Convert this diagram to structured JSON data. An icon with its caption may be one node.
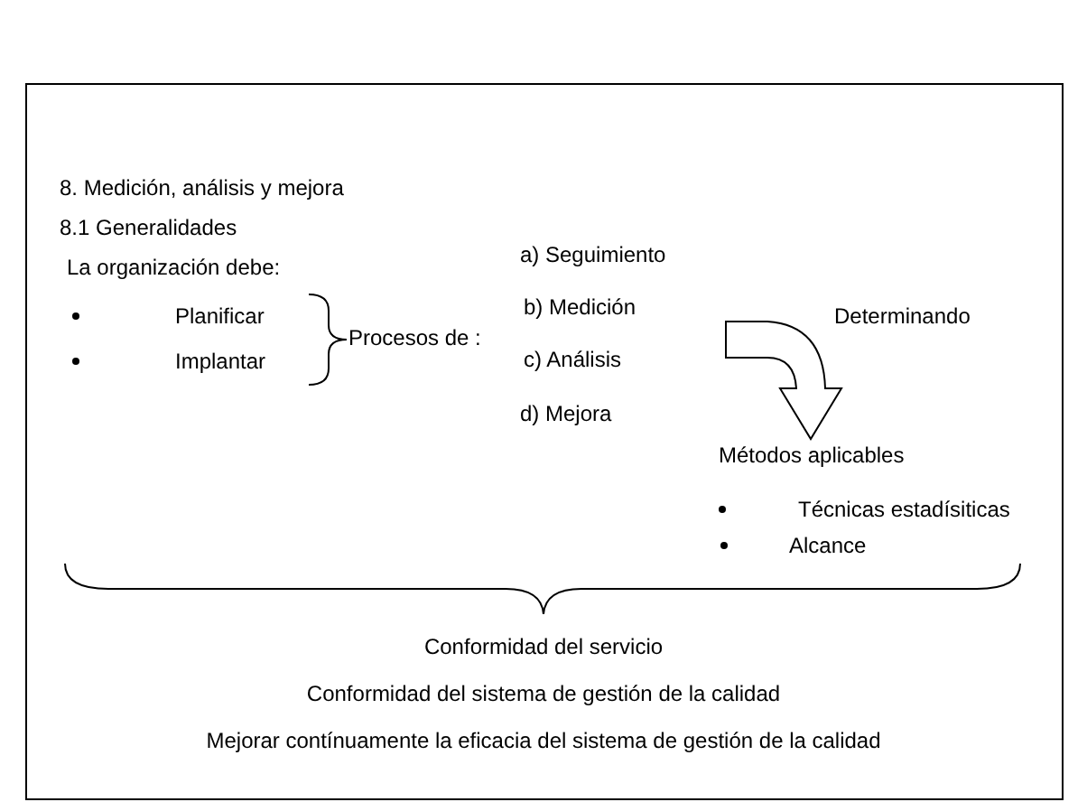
{
  "diagram": {
    "labels": [
      "8. Medición, análisis y mejora",
      "8.1 Generalidades",
      "La organización debe:",
      "a) Seguimiento",
      "Planificar",
      "b) Medición",
      "Determinando",
      "Procesos de :",
      "Implantar",
      "c) Análisis",
      "d) Mejora",
      "Métodos aplicables",
      "Técnicas estadísiticas",
      "Alcance",
      "Conformidad del servicio",
      "Conformidad del sistema de gestión de la calidad",
      "Mejorar contínuamente la eficacia del sistema de gestión de la calidad"
    ]
  }
}
